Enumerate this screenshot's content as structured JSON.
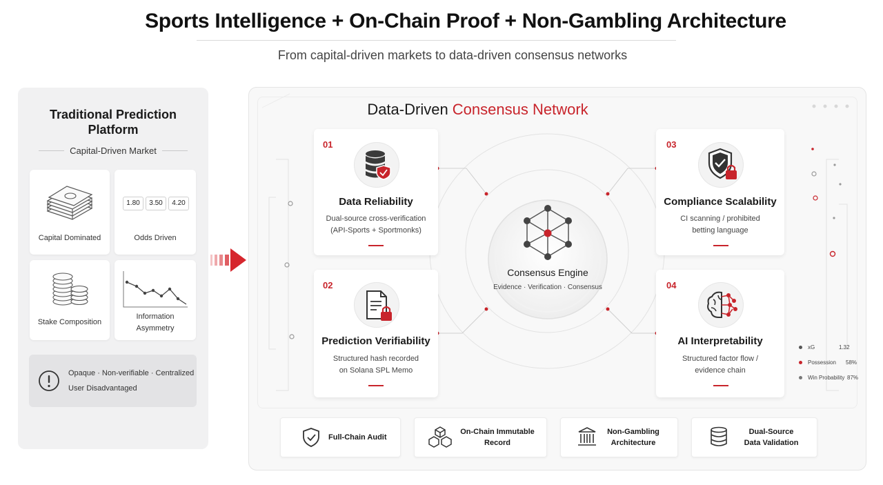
{
  "header": {
    "title": "Sports Intelligence + On-Chain Proof + Non-Gambling Architecture",
    "subtitle": "From capital-driven markets to data-driven consensus networks"
  },
  "left_panel": {
    "title_line1": "Traditional Prediction",
    "title_line2": "Platform",
    "subtitle": "Capital-Driven Market",
    "cards": [
      {
        "label": "Capital Dominated",
        "icon": "money-stack-icon"
      },
      {
        "label": "Odds Driven",
        "icon": "odds-boxes",
        "odds": [
          "1.80",
          "3.50",
          "4.20"
        ]
      },
      {
        "label": "Stake Composition",
        "icon": "coin-stack-icon"
      },
      {
        "label_line1": "Information",
        "label_line2": "Asymmetry",
        "icon": "declining-line-icon"
      }
    ],
    "warning": {
      "line1": "Opaque · Non-verifiable · Centralized",
      "line2": "User Disadvantaged",
      "icon": "exclamation-circle-icon"
    }
  },
  "main_panel": {
    "title_part1": "Data-Driven ",
    "title_part2": "Consensus Network",
    "features": [
      {
        "num": "01",
        "title": "Data Reliability",
        "desc_line1": "Dual-source cross-verification",
        "desc_line2": "(API-Sports + Sportmonks)",
        "icon": "database-shield-icon"
      },
      {
        "num": "02",
        "title": "Prediction Verifiability",
        "desc_line1": "Structured hash recorded",
        "desc_line2": "on Solana SPL Memo",
        "icon": "document-lock-icon"
      },
      {
        "num": "03",
        "title": "Compliance Scalability",
        "desc_line1": "CI scanning / prohibited",
        "desc_line2": "betting language",
        "icon": "shield-lock-icon"
      },
      {
        "num": "04",
        "title": "AI Interpretability",
        "desc_line1": "Structured factor flow /",
        "desc_line2": "evidence chain",
        "icon": "brain-network-icon"
      }
    ],
    "engine": {
      "title": "Consensus Engine",
      "subtitle": "Evidence · Verification · Consensus",
      "icon": "network-hexagon-icon"
    },
    "stats": [
      {
        "label": "xG",
        "value": "1.32",
        "color": "#555555"
      },
      {
        "label": "Possession",
        "value": "58%",
        "color": "#c8242b"
      },
      {
        "label": "Win Probability",
        "value": "87%",
        "color": "#777777"
      }
    ],
    "badges": [
      {
        "label": "Full-Chain Audit",
        "icon": "shield-check-icon"
      },
      {
        "label_line1": "On-Chain Immutable",
        "label_line2": "Record",
        "icon": "cubes-chain-icon"
      },
      {
        "label_line1": "Non-Gambling",
        "label_line2": "Architecture",
        "icon": "institution-columns-icon"
      },
      {
        "label_line1": "Dual-Source",
        "label_line2": "Data Validation",
        "icon": "database-icon"
      }
    ]
  },
  "colors": {
    "accent": "#c8242b",
    "text": "#1a1a1a",
    "panel": "#f1f1f2"
  }
}
